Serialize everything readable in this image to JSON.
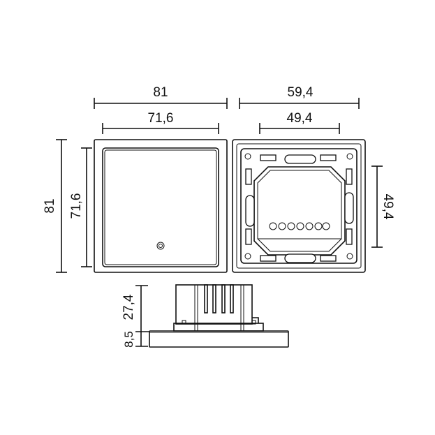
{
  "dimensions": {
    "front_width_outer": "81",
    "front_width_inner": "71,6",
    "front_height_outer": "81",
    "front_height_inner": "71,6",
    "back_width_outer": "59,4",
    "back_width_inner": "49,4",
    "back_height_inner": "49,4",
    "side_depth_body": "27,4",
    "side_depth_plate": "8,5"
  }
}
